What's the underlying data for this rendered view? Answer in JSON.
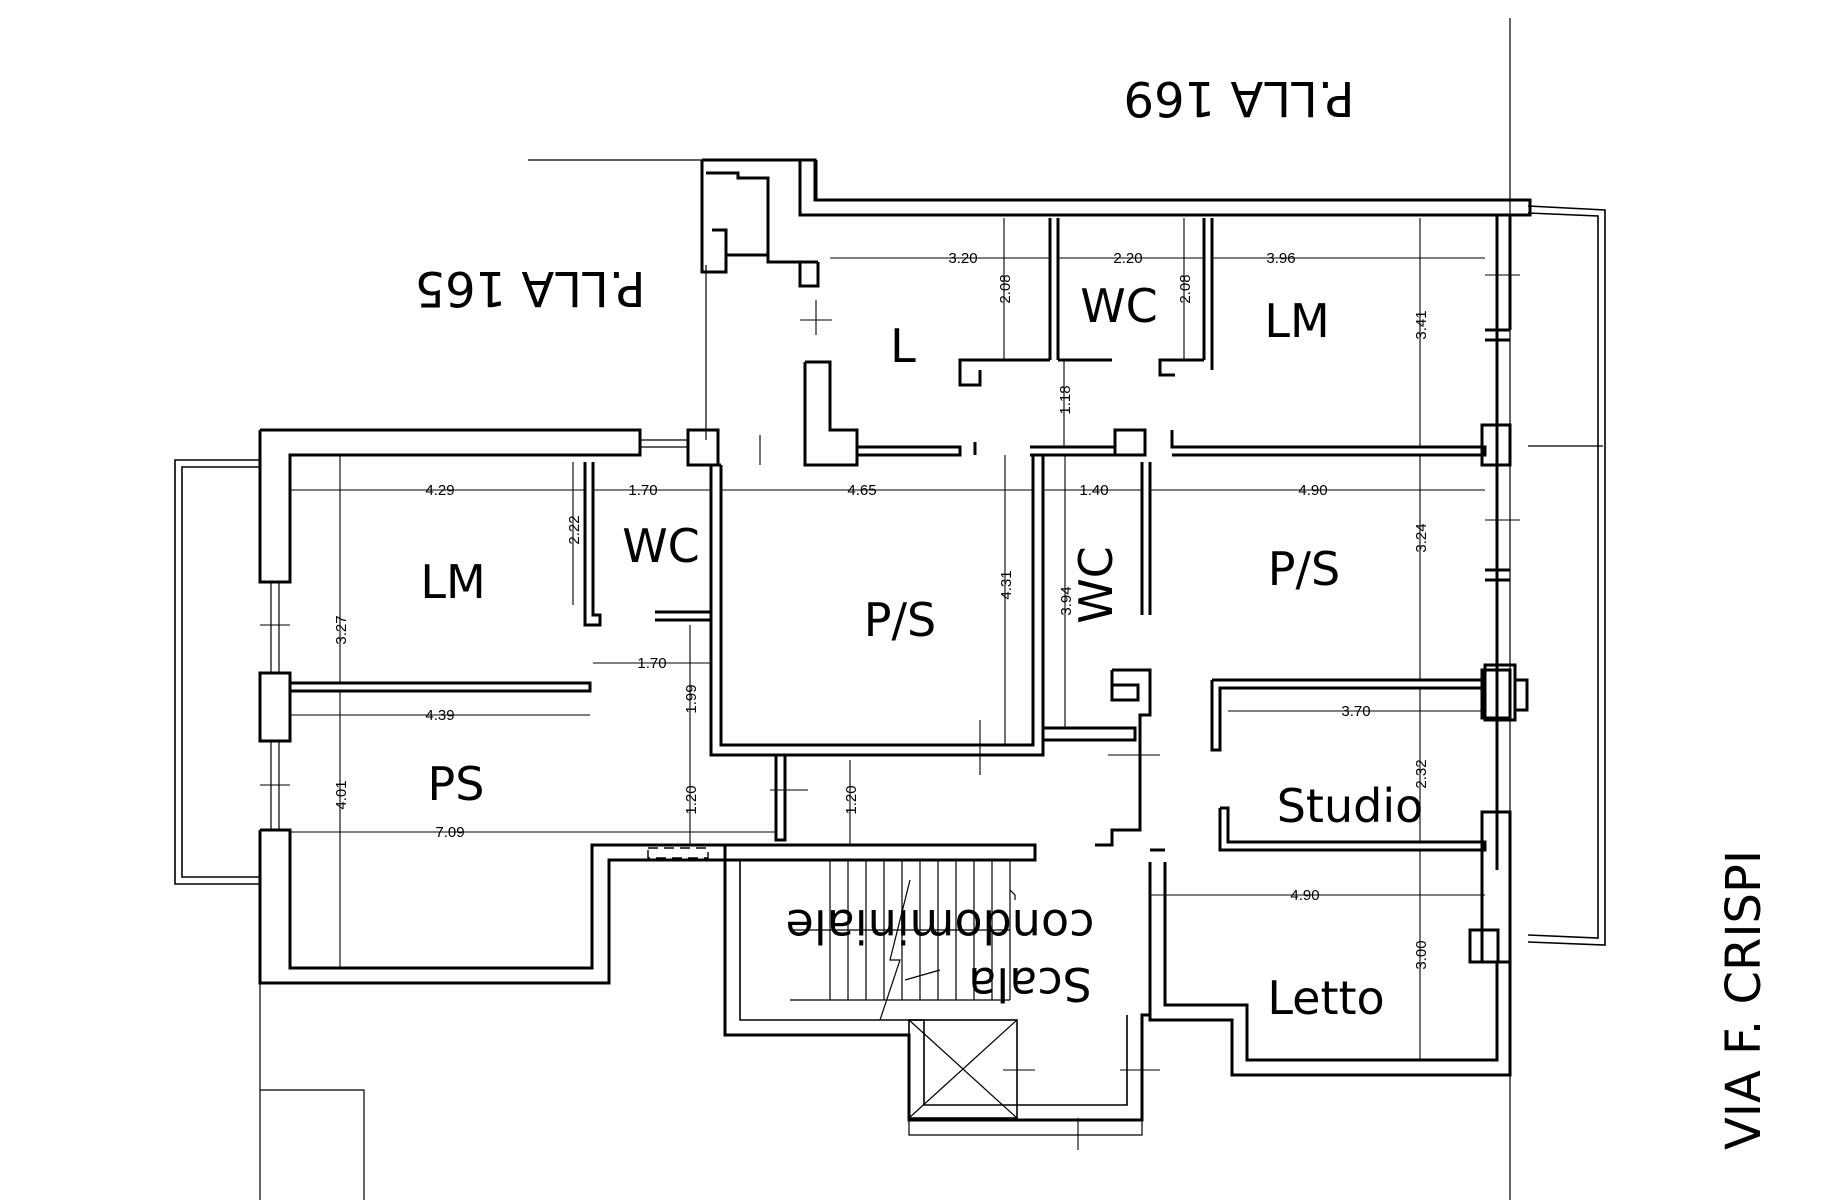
{
  "parcels": {
    "north": "P.LLA 169",
    "west": "P.LLA 165"
  },
  "street": "VIA F. CRISPI",
  "stair": {
    "line1": "condominiale",
    "line2": "Scala"
  },
  "rooms": {
    "l": "L",
    "wc_top": "WC",
    "lm_top": "LM",
    "lm_left": "LM",
    "wc_left": "WC",
    "ps_center": "P/S",
    "wc_center": "WC",
    "ps_right": "P/S",
    "ps_left": "PS",
    "studio": "Studio",
    "letto": "Letto"
  },
  "dims": {
    "d320": "3.20",
    "d208a": "2.08",
    "d220": "2.20",
    "d208b": "2.08",
    "d396": "3.96",
    "d341": "3.41",
    "d118": "1.18",
    "d429": "4.29",
    "d170a": "1.70",
    "d222": "2.22",
    "d465": "4.65",
    "d140": "1.40",
    "d490a": "4.90",
    "d324": "3.24",
    "d431": "4.31",
    "d394": "3.94",
    "d327": "3.27",
    "d170b": "1.70",
    "d199": "1.99",
    "d439": "4.39",
    "d370": "3.70",
    "d232": "2.32",
    "d401": "4.01",
    "d120a": "1.20",
    "d120b": "1.20",
    "d709": "7.09",
    "d490b": "4.90",
    "d300": "3.00"
  }
}
